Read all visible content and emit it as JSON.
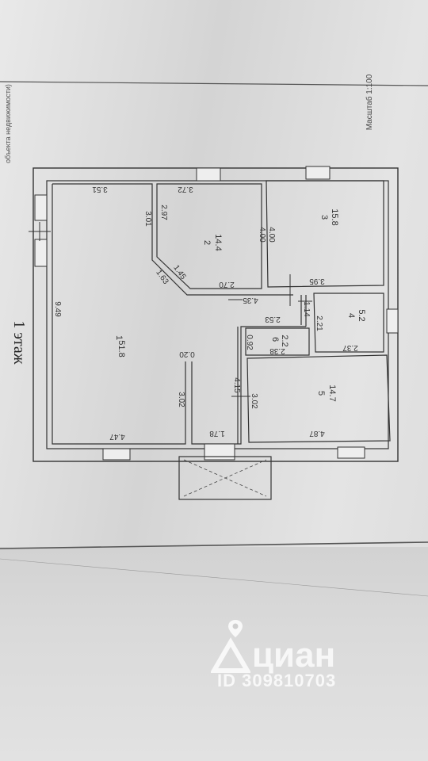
{
  "document": {
    "floor_title": "1 этаж",
    "scale": "Масштаб 1:100",
    "header_fragment": "объекта недвижимости)"
  },
  "rooms": [
    {
      "number": "1",
      "area": "51.8"
    },
    {
      "number": "2",
      "area": "14.4"
    },
    {
      "number": "3",
      "area": "15.8"
    },
    {
      "number": "4",
      "area": "5.2"
    },
    {
      "number": "5",
      "area": "14.7"
    },
    {
      "number": "6",
      "area": "2.2"
    }
  ],
  "dimensions": {
    "d_3_51": "3.51",
    "d_3_72": "3.72",
    "d_3_01": "3.01",
    "d_2_97": "2.97",
    "d_4_00a": "4.00",
    "d_4_00b": "4.00",
    "d_9_49": "9.49",
    "d_1_45": "1.45",
    "d_1_63": "1.63",
    "d_2_70": "2.70",
    "d_3_95": "3.95",
    "d_4_35": "4.35",
    "d_1_14": "1.14",
    "d_2_53": "2.53",
    "d_2_21": "2.21",
    "d_0_92": "0.92",
    "d_2_38": "2.38",
    "d_2_37": "2.37",
    "d_0_20": "0.20",
    "d_3_02a": "3.02",
    "d_4_15": "4.15",
    "d_3_02b": "3.02",
    "d_4_47": "4.47",
    "d_1_78": "1.78",
    "d_4_87": "4.87"
  },
  "watermark": {
    "brand": "циан",
    "id": "ID 309810703",
    "pin_icon": "location-pin-icon"
  }
}
